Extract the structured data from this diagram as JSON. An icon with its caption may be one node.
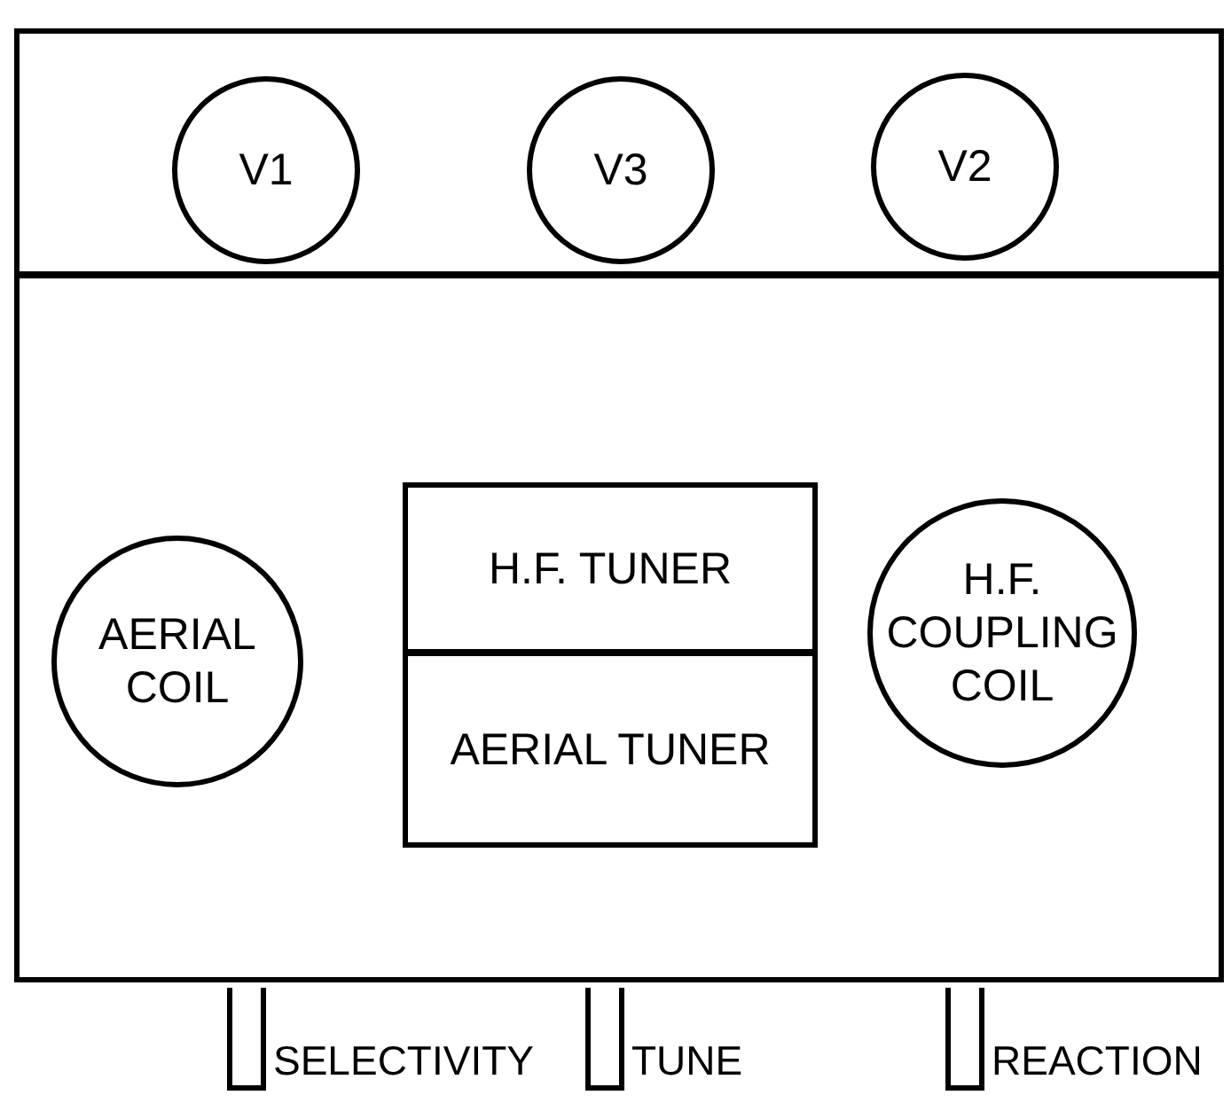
{
  "diagram": {
    "nodes": [
      {
        "text": [],
        "shape": "box"
      },
      {
        "text": [],
        "shape": "box"
      },
      {
        "text": [
          "V1"
        ],
        "in": 0
      },
      {
        "text": [
          "V3"
        ],
        "in": 0
      },
      {
        "text": [
          "V2"
        ],
        "in": 0
      },
      {
        "text": [
          "AERIAL COIL"
        ],
        "in": 1
      },
      {
        "text": [
          "H.F. TUNER"
        ],
        "in": 1
      },
      {
        "text": [
          "AERIAL TUNER"
        ],
        "in": 1
      },
      {
        "text": [
          "H.F. COUPLING COIL"
        ],
        "in": 1
      },
      {
        "text": [
          "SELECTIVITY"
        ]
      },
      {
        "text": [
          "TUNE"
        ]
      },
      {
        "text": [
          "REACTION"
        ]
      }
    ]
  }
}
